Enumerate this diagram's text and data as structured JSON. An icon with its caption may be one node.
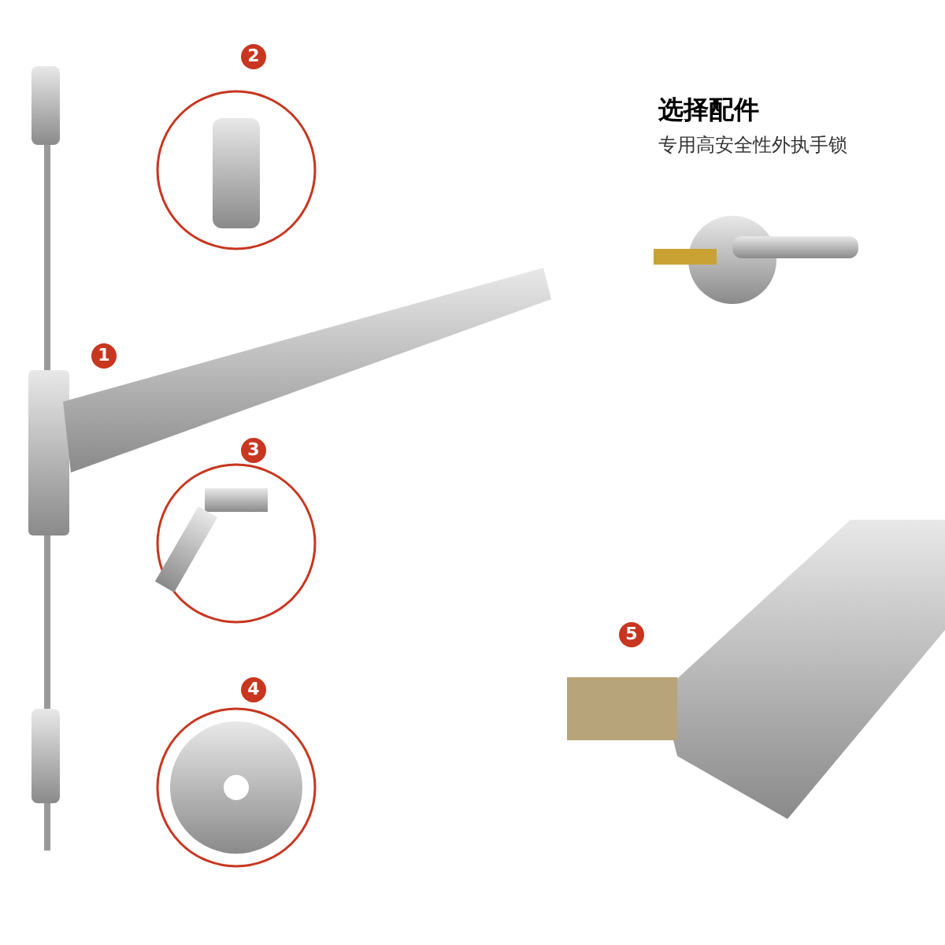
{
  "diagram": {
    "labels": [
      "2",
      "1",
      "选择配件",
      "专用高安全性外执手锁",
      "3",
      "5",
      "4"
    ]
  }
}
